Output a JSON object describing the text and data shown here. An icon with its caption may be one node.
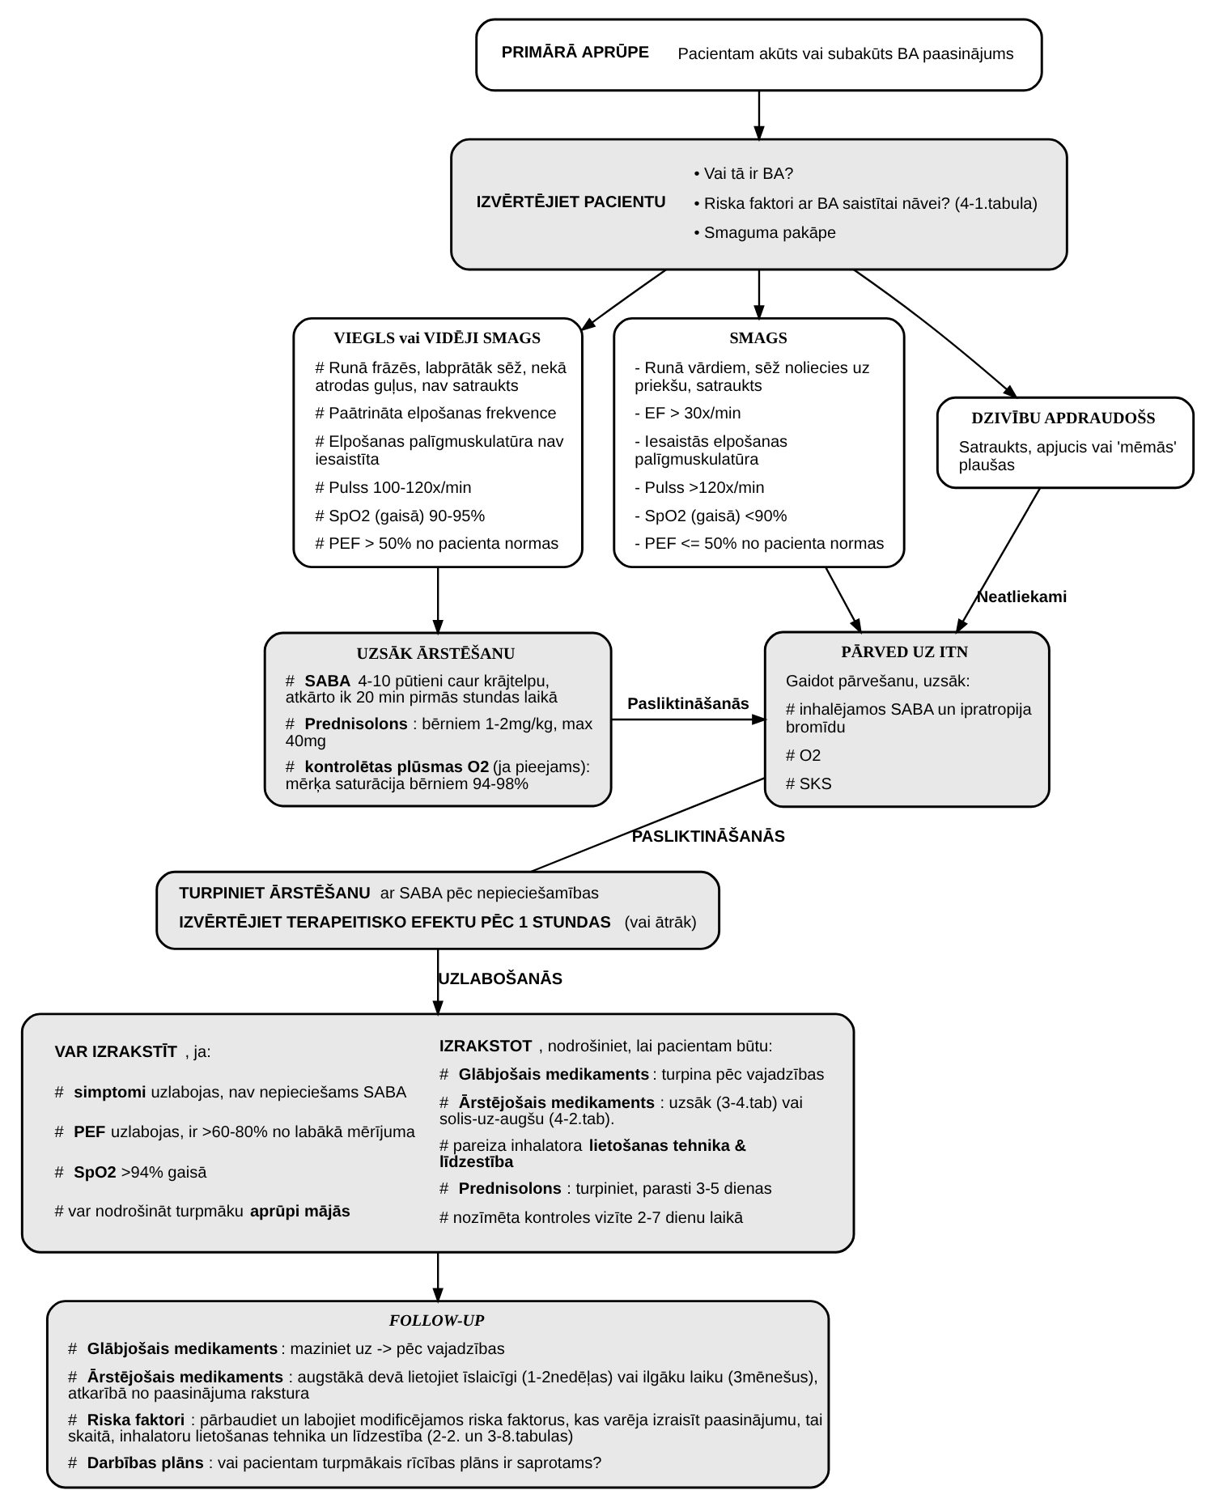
{
  "diagram": {
    "nodes": [
      {
        "text": [
          "PRIMĀRĀ APRŪPE",
          "Pacientam akūts vai subakūts BA paasinājums"
        ]
      },
      {
        "text": [
          "IZVĒRTĒJIET PACIENTU",
          "• Vai tā ir BA?",
          "• Riska faktori ar BA saistītai nāvei? (4-1.tabula)",
          "• Smaguma pakāpe"
        ]
      },
      {
        "text": [
          "VIEGLS vai VIDĒJI SMAGS",
          "# Runā frāzēs, labprātāk sēž, nekā atrodas guļus, nav satraukts",
          "# Paātrināta elpošanas frekvence",
          "# Elpošanas palīgmuskulatūra nav iesaistīta",
          "# Pulss 100-120x/min",
          "# SpO2 (gaisā) 90-95%",
          "# PEF > 50% no pacienta normas"
        ]
      },
      {
        "text": [
          "SMAGS",
          "- Runā vārdiem, sēž noliecies uz priekšu, satraukts",
          "- EF > 30x/min",
          "- Iesaistās elpošanas palīgmuskulatūra",
          "- Pulss >120x/min",
          "- SpO2 (gaisā) <90%",
          "- PEF <= 50% no pacienta normas"
        ]
      },
      {
        "text": [
          "DZIVĪBU APDRAUDOŠS",
          "Satraukts, apjucis vai 'mēmās' plaušas"
        ]
      },
      {
        "text": [
          "UZSĀK ĀRSTĒŠANU",
          "# **SABA** 4-10 pūtieni caur krājtelpu, atkārto ik 20 min pirmās stundas laikā",
          "# **Prednisolons**: bērniem 1-2mg/kg, max 40mg",
          "# **kontrolētas plūsmas O2** (ja pieejams): mērķa saturācija bērniem 94-98%"
        ]
      },
      {
        "text": [
          "PĀRVED UZ ITN",
          "Gaidot pārvešanu, uzsāk:",
          "# inhalējamos SABA un ipratropija bromīdu",
          "# O2",
          "# SKS"
        ]
      },
      {
        "text": [
          "**TURPINIET ĀRSTĒŠANU** ar SABA pēc nepieciešamības",
          "**IZVĒRTĒJIET TERAPEITISKO EFEKTU PĒC 1 STUNDAS** (vai ātrāk)"
        ]
      },
      {
        "text": [
          "**VAR IZRAKSTĪT**, ja:",
          "# **simptomi** uzlabojas, nav nepieciešams SABA",
          "# **PEF** uzlabojas, ir >60-80% no labākā mērījuma",
          "# **SpO2** >94% gaisā",
          "# var nodrošināt turpmāku **aprūpi mājās**",
          "**IZRAKSTOT**, nodrošiniet, lai pacientam būtu:",
          "# **Glābjošais medikaments**: turpina pēc vajadzības",
          "# **Ārstējošais medikaments**: uzsāk (3-4.tab) vai solis-uz-augšu (4-2.tab).",
          "# pareiza inhalatora **lietošanas tehnika & līdzestība**",
          "# **Prednisolons**: turpiniet, parasti 3-5 dienas",
          "# nozīmēta kontroles vizīte 2-7 dienu laikā"
        ]
      },
      {
        "text": [
          "FOLLOW-UP",
          "# **Glābjošais medikaments**: maziniet uz -> pēc vajadzības",
          "# **Ārstējošais medikaments**: augstākā devā lietojiet īslaicīgi (1-2nedēļas) vai ilgāku laiku (3mēnešus), atkarībā no paasinājuma rakstura",
          "# **Riska faktori**: pārbaudiet un labojiet modificējamos riska faktorus, kas varēja izraisīt paasinājumu, tai skaitā, inhalatoru lietošanas tehnika un līdzestība (2-2. un 3-8.tabulas)",
          "# **Darbības plāns**: vai pacientam turpmākais rīcības plāns ir saprotams?"
        ]
      }
    ],
    "edges": [
      {
        "from": 0,
        "to": 1,
        "arrow": "to"
      },
      {
        "from": 1,
        "to": 2,
        "arrow": "to"
      },
      {
        "from": 1,
        "to": 3,
        "arrow": "to"
      },
      {
        "from": 1,
        "to": 4,
        "arrow": "to"
      },
      {
        "from": 2,
        "to": 5,
        "arrow": "to"
      },
      {
        "from": 3,
        "to": 6,
        "arrow": "to"
      },
      {
        "from": 4,
        "to": 6,
        "arrow": "to",
        "label": "Neatliekami"
      },
      {
        "from": 5,
        "to": 6,
        "arrow": "to",
        "label": "Pasliktināšanās"
      },
      {
        "from": 7,
        "to": 6,
        "arrow": "none",
        "label": "PASLIKTINĀŠANĀS"
      },
      {
        "from": 7,
        "to": 8,
        "arrow": "to",
        "label": "UZLABOŠANĀS"
      },
      {
        "from": 8,
        "to": 9,
        "arrow": "to"
      }
    ]
  }
}
